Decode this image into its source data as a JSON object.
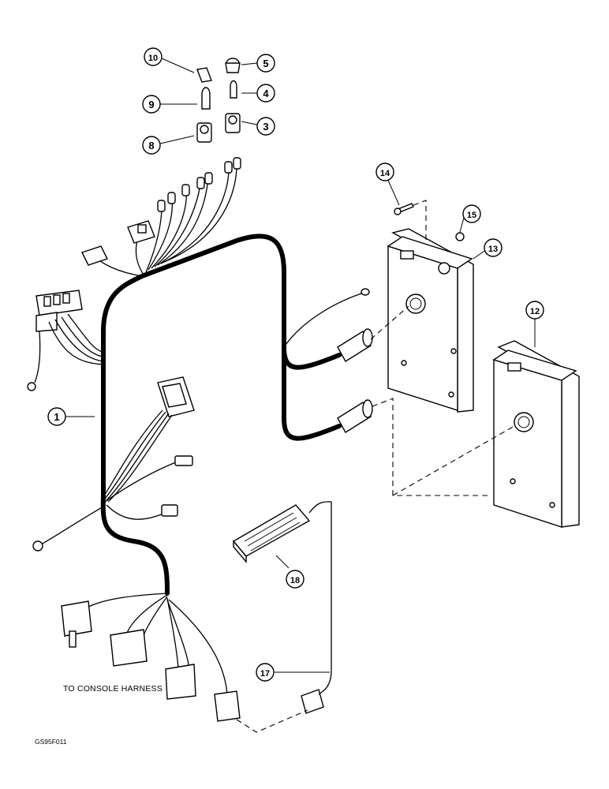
{
  "callouts": [
    {
      "id": "c1",
      "num": "1"
    },
    {
      "id": "c3",
      "num": "3"
    },
    {
      "id": "c4",
      "num": "4"
    },
    {
      "id": "c5",
      "num": "5"
    },
    {
      "id": "c8",
      "num": "8"
    },
    {
      "id": "c9",
      "num": "9"
    },
    {
      "id": "c10",
      "num": "10"
    },
    {
      "id": "c12",
      "num": "12"
    },
    {
      "id": "c13",
      "num": "13"
    },
    {
      "id": "c14",
      "num": "14"
    },
    {
      "id": "c15",
      "num": "15"
    },
    {
      "id": "c17",
      "num": "17"
    },
    {
      "id": "c18",
      "num": "18"
    }
  ],
  "labels": {
    "console_harness": "TO CONSOLE HARNESS",
    "figure_code": "GS95F011"
  }
}
